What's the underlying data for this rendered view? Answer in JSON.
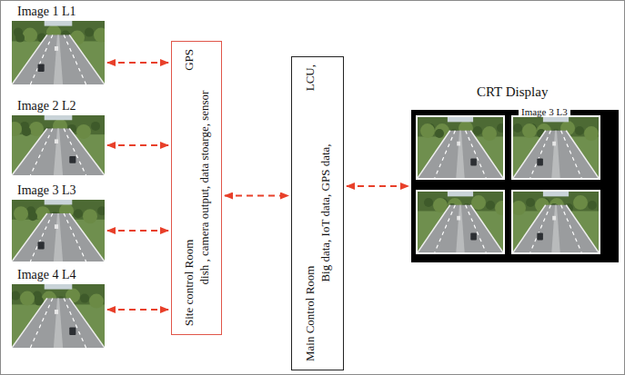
{
  "diagram": {
    "nodes": [
      {
        "text": [
          "Image 1 L1"
        ]
      },
      {
        "text": [
          "Image 2 L2"
        ]
      },
      {
        "text": [
          "Image 3 L3"
        ]
      },
      {
        "text": [
          "Image 4 L4"
        ]
      },
      {
        "text": [
          "Site control Room",
          "GPS",
          "dish , camera output, data stoarge, sensor"
        ]
      },
      {
        "text": [
          "Main Control Room",
          "LCU,",
          "Big data, IoT data, GPS data,"
        ]
      },
      {
        "text": [
          "CRT Display"
        ]
      }
    ],
    "edges": [
      {
        "from": 0,
        "to": 4,
        "arrow": "both"
      },
      {
        "from": 1,
        "to": 4,
        "arrow": "both"
      },
      {
        "from": 2,
        "to": 4,
        "arrow": "both"
      },
      {
        "from": 3,
        "to": 4,
        "arrow": "both"
      },
      {
        "from": 4,
        "to": 5,
        "arrow": "both"
      },
      {
        "from": 5,
        "to": 6,
        "arrow": "both"
      }
    ],
    "labels": [
      "Image 3 L3"
    ]
  }
}
